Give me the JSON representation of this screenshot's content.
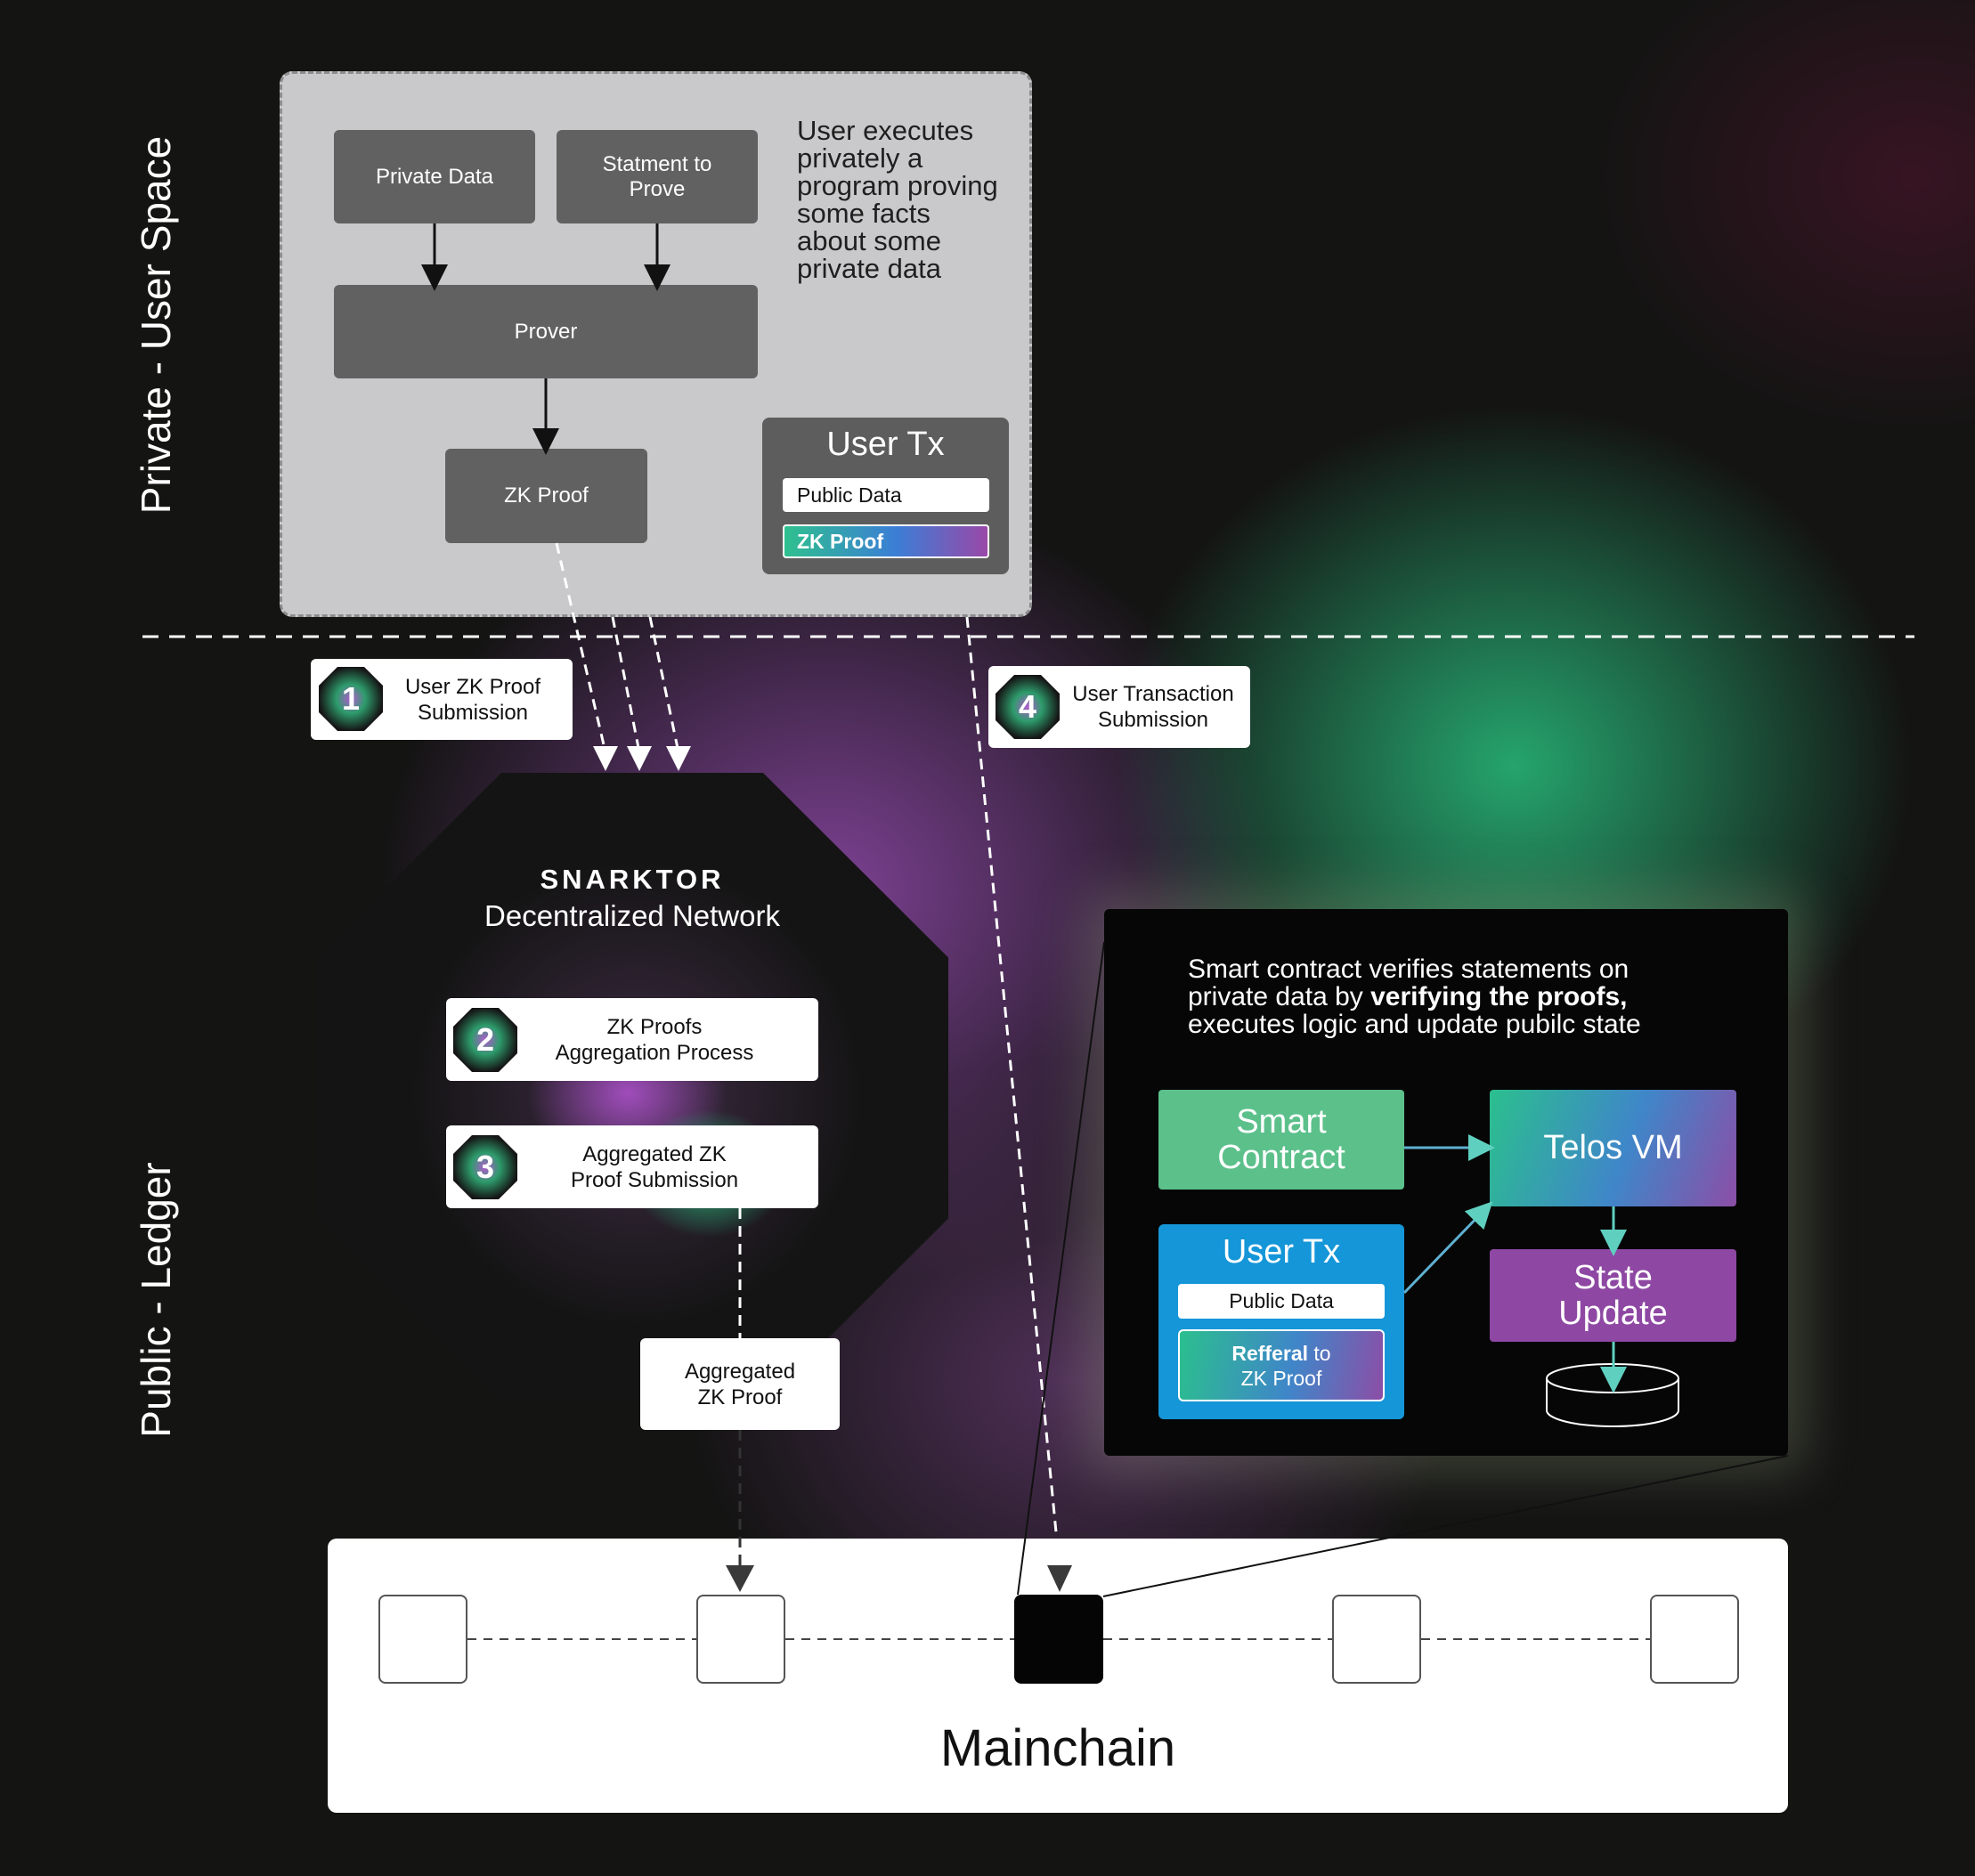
{
  "lanes": {
    "private": "Private - User Space",
    "public": "Public - Ledger"
  },
  "private_space": {
    "private_data": "Private Data",
    "statement": "Statment to\nProve",
    "prover": "Prover",
    "zk_proof": "ZK Proof",
    "note": "User executes\nprivately a\nprogram proving\nsome facts\nabout some\nprivate data",
    "user_tx": {
      "title": "User Tx",
      "public_data": "Public Data",
      "zk_proof": "ZK Proof"
    }
  },
  "steps": [
    {
      "number": "1",
      "label": "User ZK Proof\nSubmission"
    },
    {
      "number": "2",
      "label": "ZK Proofs\nAggregation Process"
    },
    {
      "number": "3",
      "label": "Aggregated ZK\nProof Submission"
    },
    {
      "number": "4",
      "label": "User Transaction\nSubmission"
    }
  ],
  "network": {
    "brand": "SNARKTOR",
    "title": "Decentralized Network"
  },
  "aggregated_proof": "Aggregated\nZK Proof",
  "contract_panel": {
    "desc_line1": "Smart contract verifies statements on",
    "desc_line2_pre": "private data by ",
    "desc_line2_bold": "verifying the proofs,",
    "desc_line3": "executes logic and update pubilc state",
    "smart_contract": "Smart\nContract",
    "telos_vm": "Telos VM",
    "user_tx": "User Tx",
    "public_data": "Public Data",
    "referral_bold": "Refferal",
    "referral_rest": " to",
    "referral_line2": "ZK Proof",
    "state_update": "State\nUpdate"
  },
  "mainchain": {
    "label": "Mainchain",
    "blocks": 5,
    "highlighted_block": 3
  },
  "colors": {
    "green": "#5cc08b",
    "blue": "#1596d8",
    "purple": "#8e48a3",
    "telos_gradient": [
      "#2bbf8e",
      "#8c4ea6"
    ]
  }
}
